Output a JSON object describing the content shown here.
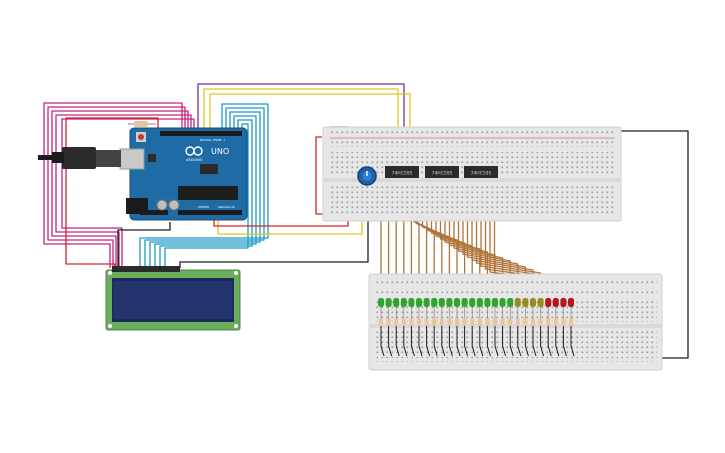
{
  "arduino": {
    "brand": "UNO",
    "logo_text": "ARDUINO",
    "analog_label": "ANALOG IN",
    "power_label": "POWER",
    "digital_label": "DIGITAL (PWM~)",
    "color": "#1f6ba5"
  },
  "chips": [
    {
      "label": "74HC595"
    },
    {
      "label": "74HC595"
    },
    {
      "label": "74HC595"
    }
  ],
  "lcd": {
    "text_row1": "",
    "text_row2": "",
    "color": "#1c2a5e"
  },
  "led_colors": [
    "#2ea62e",
    "#2ea62e",
    "#2ea62e",
    "#2ea62e",
    "#2ea62e",
    "#2ea62e",
    "#2ea62e",
    "#2ea62e",
    "#2ea62e",
    "#2ea62e",
    "#2ea62e",
    "#2ea62e",
    "#2ea62e",
    "#2ea62e",
    "#2ea62e",
    "#2ea62e",
    "#2ea62e",
    "#2ea62e",
    "#9b8a1f",
    "#9b8a1f",
    "#9b8a1f",
    "#9b8a1f",
    "#b5131e",
    "#b5131e",
    "#b5131e",
    "#b5131e"
  ],
  "wire_colors": {
    "magenta": "#c2247e",
    "red": "#d5232b",
    "yellow": "#e4c41d",
    "purple": "#7c2e8e",
    "cyan": "#1a9bc6",
    "black": "#1d1d1d",
    "brown": "#b0743a"
  }
}
